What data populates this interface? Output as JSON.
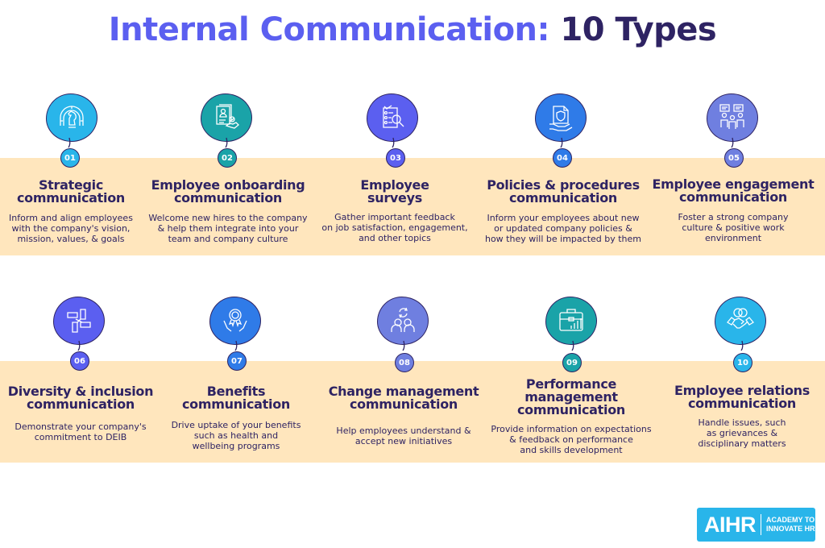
{
  "header": {
    "title_part1": "Internal Communication:",
    "title_part2": "10 Types"
  },
  "colors": {
    "title_accent": "#5b5ff0",
    "title_dark": "#2e2363",
    "band": "#ffe6bd",
    "cyan": "#29b5ea",
    "teal": "#1aa3a8",
    "indigo": "#5b5ff0",
    "blue": "#2f7be8",
    "lavender": "#6f7fe0"
  },
  "items": [
    {
      "number": "01",
      "icon": "chess-knight-icon",
      "title_l1": "Strategic",
      "title_l2": "communication",
      "desc_l1": "Inform and align employees",
      "desc_l2": "with the company's vision,",
      "desc_l3": "mission, values, & goals",
      "color": "#29b5ea"
    },
    {
      "number": "02",
      "icon": "onboarding-document-handshake-icon",
      "title_l1": "Employee onboarding",
      "title_l2": "communication",
      "desc_l1": "Welcome new hires to the company",
      "desc_l2": "& help them integrate into your",
      "desc_l3": "team and company culture",
      "color": "#1aa3a8"
    },
    {
      "number": "03",
      "icon": "survey-checklist-magnifier-icon",
      "title_l1": "Employee",
      "title_l2": "surveys",
      "desc_l1": "Gather important feedback",
      "desc_l2": "on job satisfaction, engagement,",
      "desc_l3": "and other topics",
      "color": "#5b5ff0"
    },
    {
      "number": "04",
      "icon": "policy-document-shield-hand-icon",
      "title_l1": "Policies & procedures",
      "title_l2": "communication",
      "desc_l1": "Inform your employees about new",
      "desc_l2": "or updated company policies &",
      "desc_l3": "how they will be impacted by them",
      "color": "#2f7be8"
    },
    {
      "number": "05",
      "icon": "people-chat-bubbles-icon",
      "title_l1": "Employee engagement",
      "title_l2": "communication",
      "desc_l1": "Foster a strong company",
      "desc_l2": "culture & positive work",
      "desc_l3": "environment",
      "color": "#6f7fe0"
    },
    {
      "number": "06",
      "icon": "linked-hands-icon",
      "title_l1": "Diversity & inclusion",
      "title_l2": "communication",
      "desc_l1": "Demonstrate your company's",
      "desc_l2": "commitment to DEIB",
      "desc_l3": "",
      "color": "#5b5ff0"
    },
    {
      "number": "07",
      "icon": "award-hands-icon",
      "title_l1": "Benefits",
      "title_l2": "communication",
      "desc_l1": "Drive uptake of your benefits",
      "desc_l2": "such as health and",
      "desc_l3": "wellbeing programs",
      "color": "#2f7be8"
    },
    {
      "number": "08",
      "icon": "people-change-arrows-icon",
      "title_l1": "Change management",
      "title_l2": "communication",
      "desc_l1": "Help employees understand &",
      "desc_l2": "accept new initiatives",
      "desc_l3": "",
      "color": "#6f7fe0"
    },
    {
      "number": "09",
      "icon": "briefcase-chart-icon",
      "title_l1": "Performance",
      "title_l2": "management",
      "title_l3": "communication",
      "desc_l1": "Provide information on expectations",
      "desc_l2": "& feedback on performance",
      "desc_l3": "and skills development",
      "color": "#1aa3a8"
    },
    {
      "number": "10",
      "icon": "handshake-rings-icon",
      "title_l1": "Employee relations",
      "title_l2": "communication",
      "desc_l1": "Handle issues, such",
      "desc_l2": "as grievances &",
      "desc_l3": "disciplinary matters",
      "color": "#29b5ea"
    }
  ],
  "logo": {
    "brand": "AIHR",
    "tagline_l1": "ACADEMY TO",
    "tagline_l2": "INNOVATE HR"
  }
}
